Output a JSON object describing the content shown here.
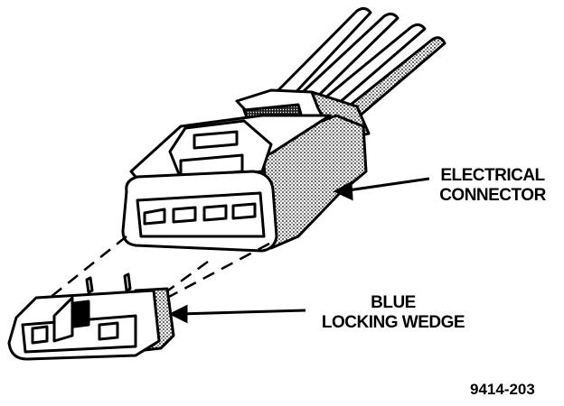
{
  "labels": {
    "electrical_connector": [
      "ELECTRICAL",
      "CONNECTOR"
    ],
    "locking_wedge": [
      "BLUE",
      "LOCKING WEDGE"
    ]
  },
  "figure_number": "9414-203",
  "colors": {
    "ink": "#000000",
    "paper": "#ffffff",
    "shade": "#9a9a9a"
  }
}
